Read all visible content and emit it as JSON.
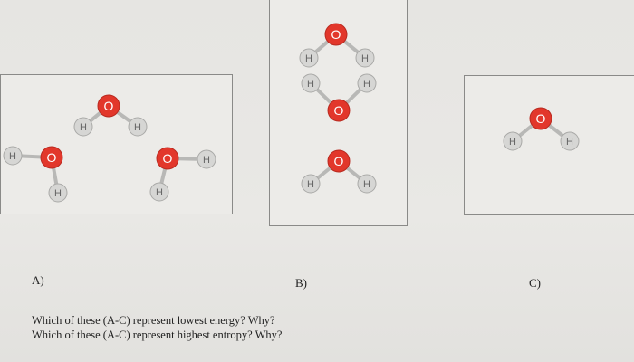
{
  "atom_labels": {
    "oxygen": "O",
    "hydrogen": "H"
  },
  "colors": {
    "oxygen": "#e2372b",
    "hydrogen": "#d6d6d4",
    "bond": "#b8b8b6"
  },
  "options": [
    {
      "label": "A)"
    },
    {
      "label": "B)"
    },
    {
      "label": "C)"
    }
  ],
  "questions": [
    "Which of these (A-C) represent lowest energy? Why?",
    "Which of these (A-C) represent highest entropy? Why?"
  ]
}
